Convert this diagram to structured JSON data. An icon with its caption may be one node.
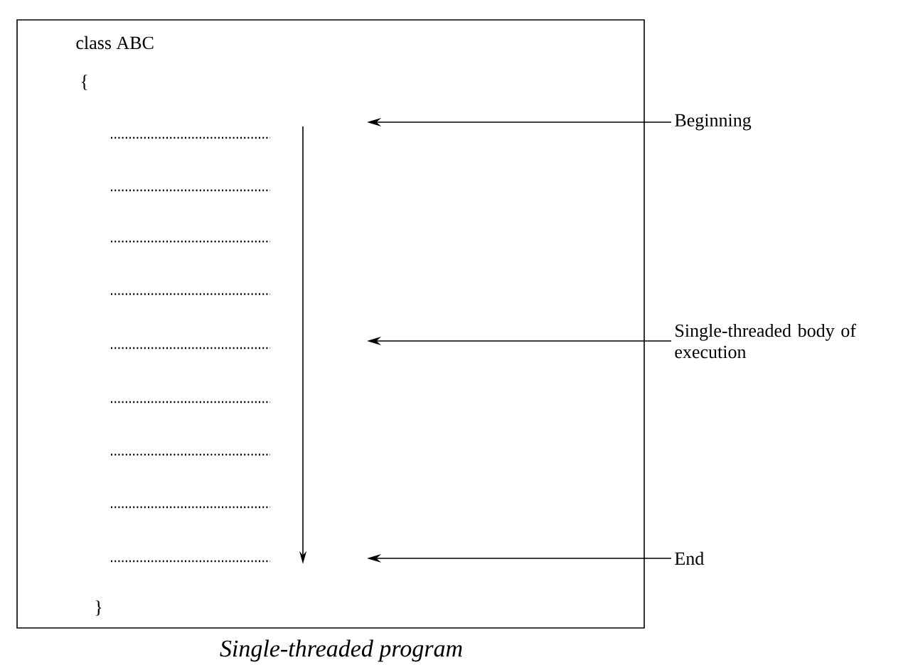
{
  "diagram": {
    "caption": "Single-threaded program",
    "nodes": [
      {
        "text": [
          "class ABC",
          "{",
          "}"
        ]
      },
      {
        "text": [
          "Beginning"
        ]
      },
      {
        "text": [
          "Single-threaded body of execution"
        ]
      },
      {
        "text": [
          "End"
        ]
      }
    ],
    "edges": [
      {
        "from": 1,
        "to": 0,
        "arrow": "to"
      },
      {
        "from": 2,
        "to": 0,
        "arrow": "to"
      },
      {
        "from": 3,
        "to": 0,
        "arrow": "to"
      }
    ]
  }
}
